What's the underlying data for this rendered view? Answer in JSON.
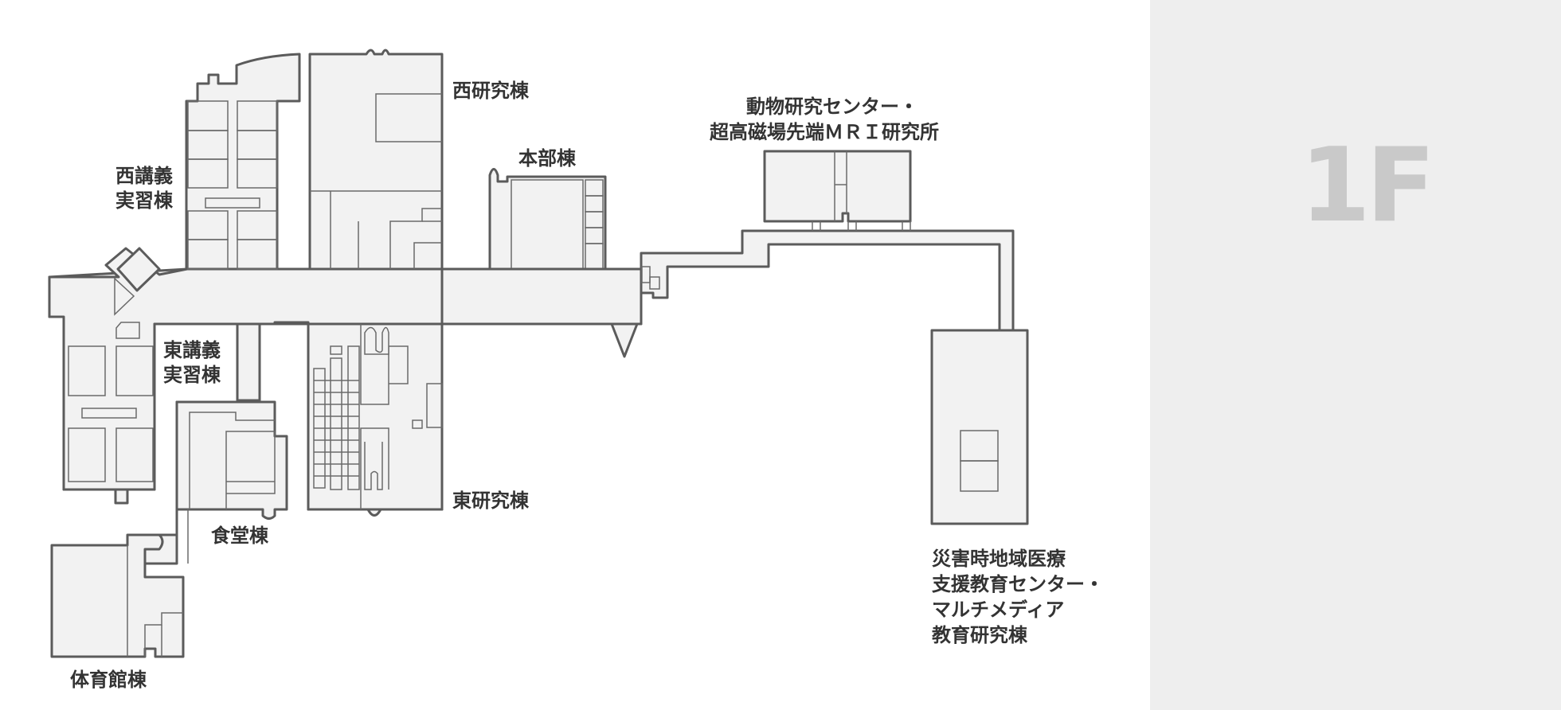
{
  "floor": {
    "label": "1F"
  },
  "buildings": {
    "west_lecture": {
      "line1": "西講義",
      "line2": "実習棟"
    },
    "west_research": {
      "name": "西研究棟"
    },
    "headquarters": {
      "name": "本部棟"
    },
    "animal_research": {
      "line1": "動物研究センター・",
      "line2": "超高磁場先端ＭＲＩ研究所"
    },
    "east_lecture": {
      "line1": "東講義",
      "line2": "実習棟"
    },
    "east_research": {
      "name": "東研究棟"
    },
    "cafeteria": {
      "name": "食堂棟"
    },
    "gymnasium": {
      "name": "体育館棟"
    },
    "disaster_medical": {
      "line1": "災害時地域医療",
      "line2": "支援教育センター・",
      "line3": "マルチメディア",
      "line4": "教育研究棟"
    }
  },
  "colors": {
    "background": "#ffffff",
    "side_panel": "#eeeeee",
    "floor_label": "#c9c9c9",
    "building_fill": "#f2f2f2",
    "building_stroke": "#5b5b5b",
    "label_text": "#333333"
  }
}
